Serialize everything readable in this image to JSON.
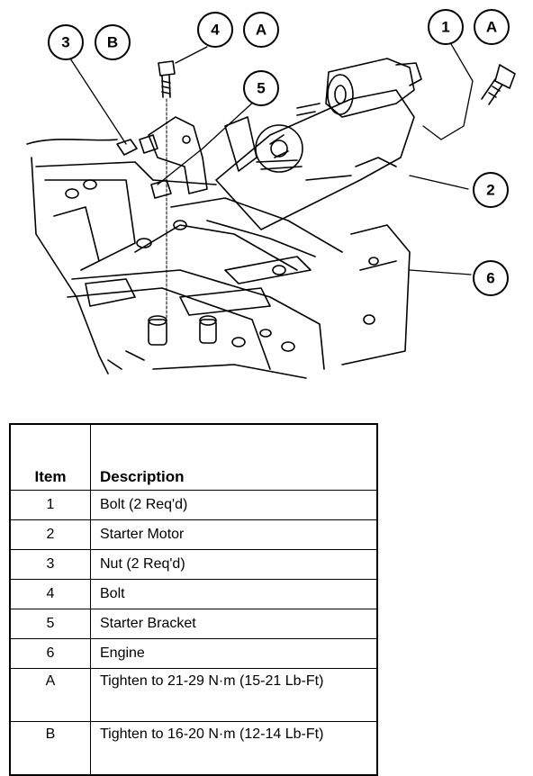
{
  "callouts": [
    {
      "id": "c1",
      "label": "1"
    },
    {
      "id": "cA1",
      "label": "A"
    },
    {
      "id": "c2",
      "label": "2"
    },
    {
      "id": "c3",
      "label": "3"
    },
    {
      "id": "cB",
      "label": "B"
    },
    {
      "id": "c4",
      "label": "4"
    },
    {
      "id": "cA4",
      "label": "A"
    },
    {
      "id": "c5",
      "label": "5"
    },
    {
      "id": "c6",
      "label": "6"
    }
  ],
  "table": {
    "header_item": "Item",
    "header_description": "Description",
    "rows": [
      {
        "item": "1",
        "description": "Bolt (2 Req'd)"
      },
      {
        "item": "2",
        "description": "Starter Motor"
      },
      {
        "item": "3",
        "description": "Nut (2 Req'd)"
      },
      {
        "item": "4",
        "description": "Bolt"
      },
      {
        "item": "5",
        "description": "Starter Bracket"
      },
      {
        "item": "6",
        "description": "Engine"
      },
      {
        "item": "A",
        "description": "Tighten to 21-29 N·m (15-21 Lb-Ft)"
      },
      {
        "item": "B",
        "description": "Tighten to 16-20 N·m (12-14 Lb-Ft)"
      }
    ]
  }
}
